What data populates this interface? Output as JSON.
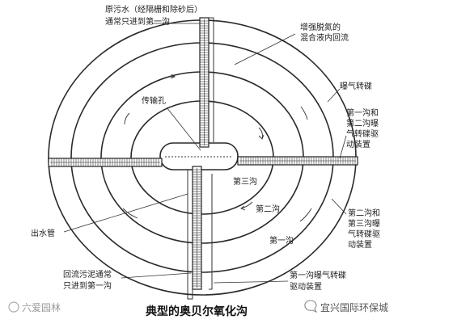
{
  "labels": {
    "raw_sewage": [
      "原污水（经隔栅和除砂后）",
      "通常只进到第一沟"
    ],
    "enhanced_denitrification": [
      "增强脱氮的",
      "混合液内回流"
    ],
    "aeration_disc": "曝气转碟",
    "transfer_hole": "传输孔",
    "drive_1_2": [
      "第一沟和",
      "第二沟曝",
      "气转碟驱",
      "动装置"
    ],
    "ditch_3": "第三沟",
    "ditch_2": "第二沟",
    "ditch_1": "第一沟",
    "drive_2_3": [
      "第二沟和",
      "第三沟曝",
      "气转碟驱",
      "动装置"
    ],
    "outlet_pipe": "出水管",
    "return_sludge": [
      "回流污泥通常",
      "只进到第一沟"
    ],
    "drive_1": [
      "第一沟曝气转碟",
      "驱动装置"
    ]
  },
  "title": "典型的奥贝尔氧化沟",
  "watermark_left": "六爱园林",
  "watermark_right": "宜兴国际环保城"
}
